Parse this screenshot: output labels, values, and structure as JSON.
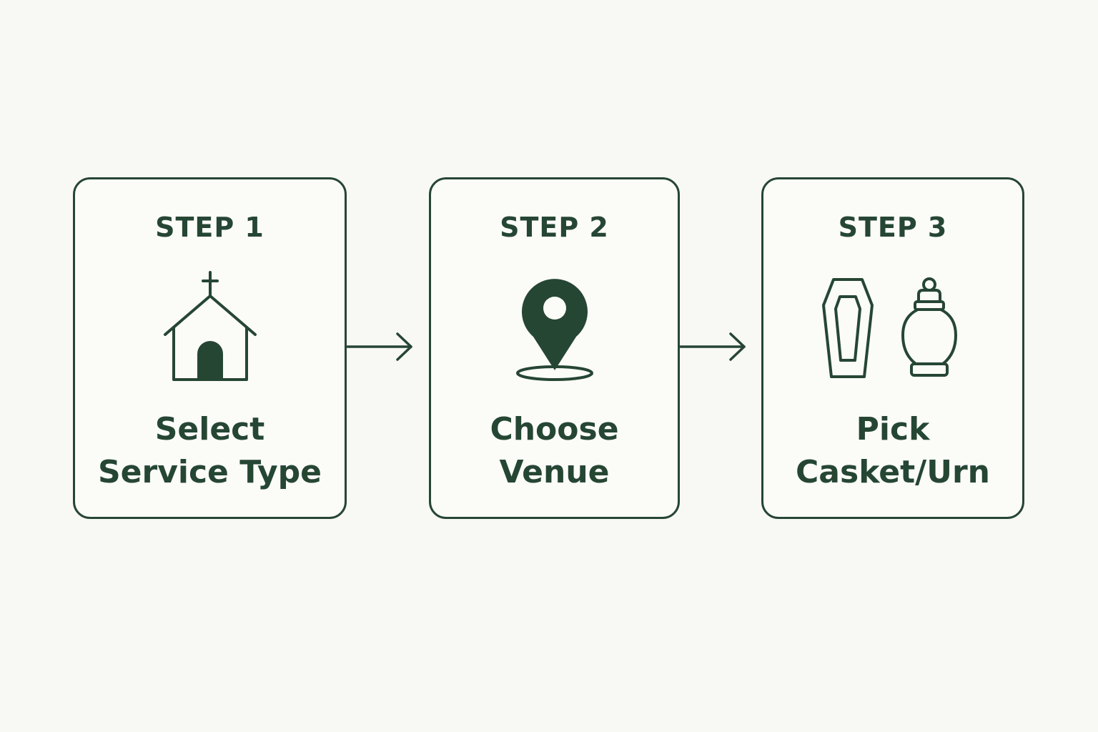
{
  "steps": [
    {
      "label": "STEP 1",
      "title_line1": "Select",
      "title_line2": "Service Type",
      "icon": "church-icon"
    },
    {
      "label": "STEP 2",
      "title_line1": "Choose",
      "title_line2": "Venue",
      "icon": "location-pin-icon"
    },
    {
      "label": "STEP 3",
      "title_line1": "Pick",
      "title_line2": "Casket/Urn",
      "icons": [
        "casket-icon",
        "urn-icon"
      ]
    }
  ],
  "colors": {
    "accent": "#264634",
    "background": "#f8f8f4"
  }
}
